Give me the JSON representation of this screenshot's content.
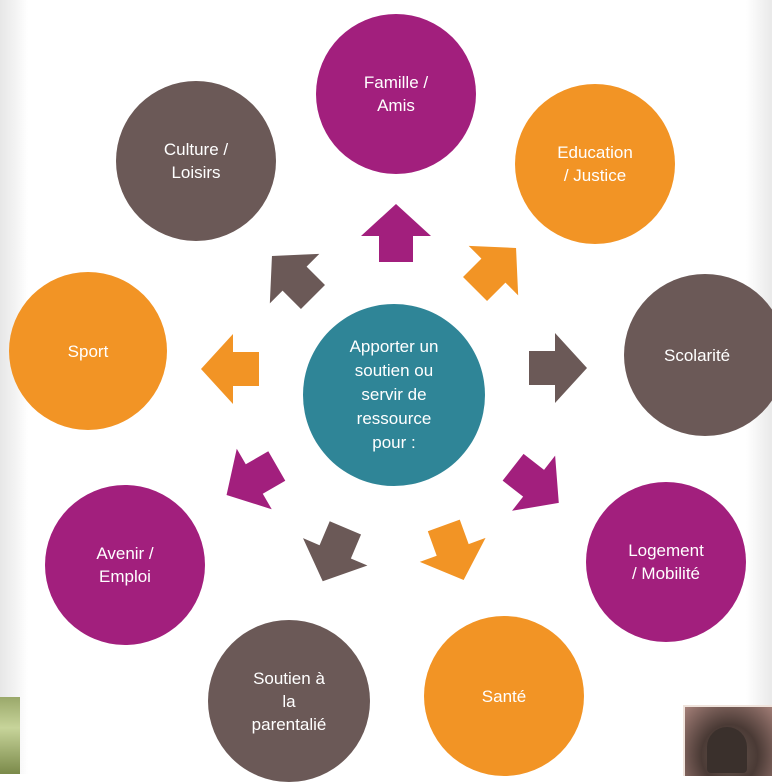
{
  "colors": {
    "purple": "#a21f7d",
    "orange": "#f29425",
    "gray": "#6b5957",
    "teal": "#2f8597"
  },
  "center": {
    "label": "Apporter un\nsoutien ou\nservir de\nressource\npour :"
  },
  "nodes": {
    "famille": "Famille /\nAmis",
    "education": "Education\n/ Justice",
    "scolarite": "Scolarité",
    "logement": "Logement\n/ Mobilité",
    "sante": "Santé",
    "parentalite": "Soutien à\nla\nparentalié",
    "avenir": "Avenir /\nEmploi",
    "sport": "Sport",
    "culture": "Culture /\nLoisirs"
  }
}
